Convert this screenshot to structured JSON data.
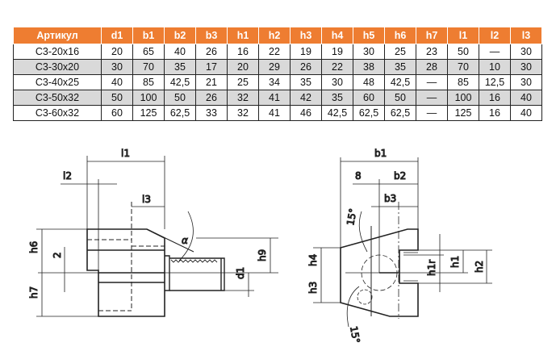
{
  "table": {
    "headers": [
      "Артикул",
      "d1",
      "b1",
      "b2",
      "b3",
      "h1",
      "h2",
      "h3",
      "h4",
      "h5",
      "h6",
      "h7",
      "l1",
      "l2",
      "l3"
    ],
    "rows": [
      [
        "C3-20x16",
        "20",
        "65",
        "40",
        "26",
        "16",
        "22",
        "19",
        "19",
        "30",
        "25",
        "23",
        "50",
        "—",
        "30"
      ],
      [
        "C3-30x20",
        "30",
        "70",
        "35",
        "17",
        "20",
        "29",
        "26",
        "22",
        "38",
        "35",
        "28",
        "70",
        "10",
        "30"
      ],
      [
        "C3-40x25",
        "40",
        "85",
        "42,5",
        "21",
        "25",
        "34",
        "35",
        "30",
        "48",
        "42,5",
        "—",
        "85",
        "12,5",
        "30"
      ],
      [
        "C3-50x32",
        "50",
        "100",
        "50",
        "26",
        "32",
        "41",
        "42",
        "35",
        "60",
        "50",
        "—",
        "100",
        "16",
        "40"
      ],
      [
        "C3-60x32",
        "60",
        "125",
        "62,5",
        "33",
        "32",
        "41",
        "46",
        "42,5",
        "62,5",
        "62,5",
        "—",
        "125",
        "16",
        "40"
      ]
    ]
  },
  "drawing_side": {
    "l1": "l1",
    "l2": "l2",
    "l3": "l3",
    "h6": "h6",
    "h7": "h7",
    "two": "2",
    "h9": "h9",
    "d1": "d1",
    "alpha": "α"
  },
  "drawing_front": {
    "b1": "b1",
    "b2": "b2",
    "b3": "b3",
    "eight": "8",
    "h1": "h1",
    "h2": "h2",
    "h3": "h3",
    "h4": "h4",
    "h1r": "h1r",
    "angle_top": "15°",
    "angle_bottom": "15°"
  },
  "colors": {
    "header": "#ee7d31",
    "alt_row": "#d9d9d9"
  }
}
